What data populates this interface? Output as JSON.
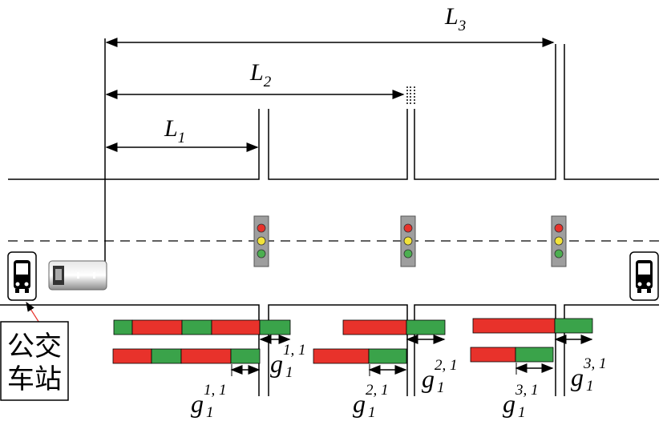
{
  "distances": {
    "l1": {
      "base": "L",
      "sub": "1"
    },
    "l2": {
      "base": "L",
      "sub": "2"
    },
    "l3": {
      "base": "L",
      "sub": "3"
    }
  },
  "bus_stop_label": [
    "公交",
    "车站"
  ],
  "signals": [
    {
      "id": "signal-1",
      "lights": [
        "#e8322b",
        "#f2e33a",
        "#4caf50"
      ]
    },
    {
      "id": "signal-2",
      "lights": [
        "#e8322b",
        "#f2e33a",
        "#4caf50"
      ]
    },
    {
      "id": "signal-3",
      "lights": [
        "#e8322b",
        "#f2e33a",
        "#4caf50"
      ]
    }
  ],
  "green_labels": {
    "upper": [
      {
        "base": "g",
        "sub": "1",
        "sup": "1, 1"
      },
      {
        "base": "g",
        "sub": "1",
        "sup": "2, 1"
      },
      {
        "base": "g",
        "sub": "1",
        "sup": "3, 1"
      }
    ],
    "lower": [
      {
        "base": "g",
        "sub": "1",
        "sup": "1, 1"
      },
      {
        "base": "g",
        "sub": "1",
        "sup": "2, 1"
      },
      {
        "base": "g",
        "sub": "1",
        "sup": "3, 1"
      }
    ]
  },
  "colors": {
    "red_phase": "#e8322b",
    "green_phase": "#3aa34a",
    "line": "#000000"
  }
}
